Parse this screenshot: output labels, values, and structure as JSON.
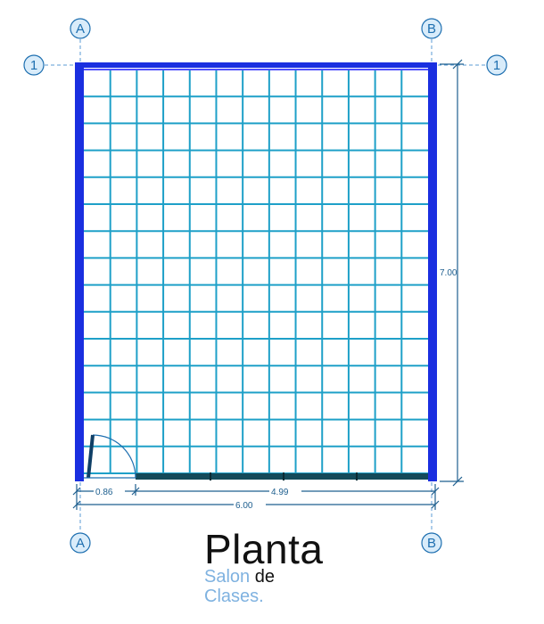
{
  "grid_lines": {
    "a": "A",
    "b": "B",
    "row_1": "1"
  },
  "dimensions": {
    "height": "7.00",
    "left_offset": "0.86",
    "right_segment": "4.99",
    "total_width": "6.00"
  },
  "title": {
    "main": "Planta",
    "word_salon": "Salon",
    "word_de": "de",
    "word_clases": "Clases."
  },
  "colors": {
    "wall": "#1a2fe0",
    "tile_grid": "#1ea0c8",
    "annotation": "#1e6fb0",
    "bubble_fill": "#d9ecfa",
    "floor_strip": "#144a5a"
  }
}
